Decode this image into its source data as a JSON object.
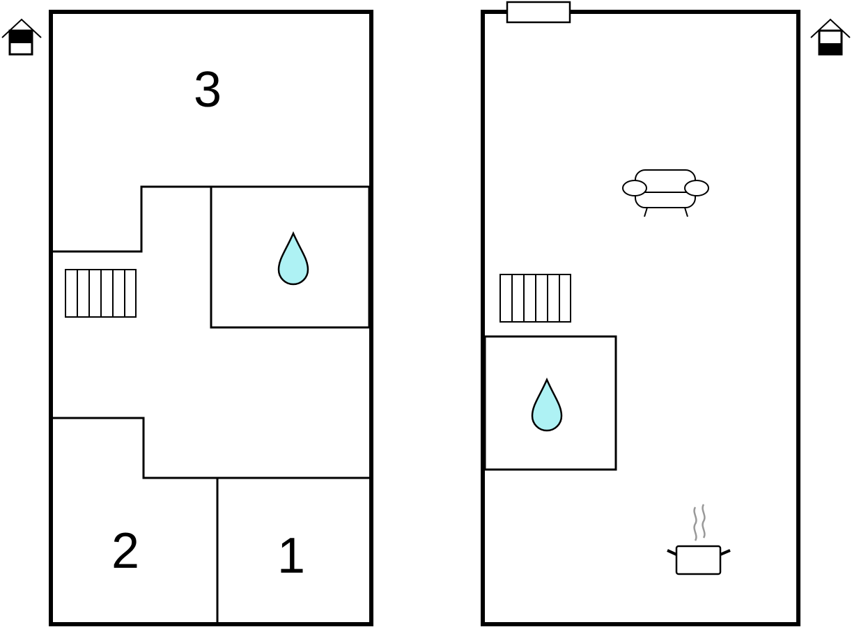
{
  "floors": [
    {
      "id": "ground-floor",
      "rooms": [
        {
          "label": "3",
          "type": "bedroom"
        },
        {
          "label": "2",
          "type": "bedroom"
        },
        {
          "label": "1",
          "type": "bedroom"
        }
      ],
      "icons": [
        "house-floor-icon",
        "stairs-icon",
        "bathroom-drop-icon"
      ]
    },
    {
      "id": "upper-floor",
      "icons": [
        "house-floor-icon",
        "sofa-icon",
        "stairs-icon",
        "bathroom-drop-icon",
        "cooking-pot-icon"
      ]
    }
  ],
  "colors": {
    "wall": "#000000",
    "water": "#aef2f4",
    "steam": "#999999",
    "background": "#ffffff"
  }
}
